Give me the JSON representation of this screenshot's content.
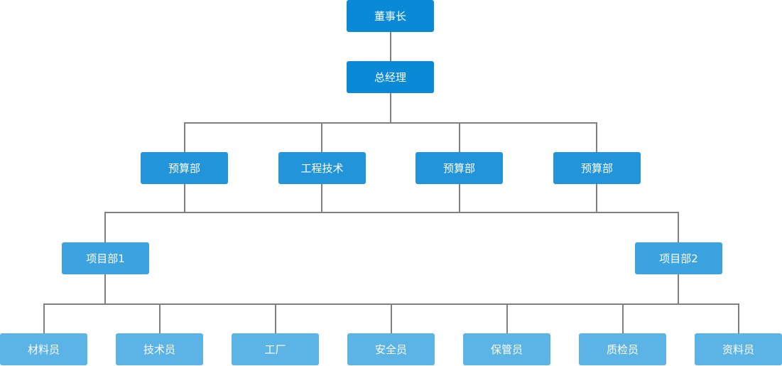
{
  "chairman": "董事长",
  "gm": "总经理",
  "departments": [
    "预算部",
    "工程技术",
    "预算部",
    "预算部"
  ],
  "projects": [
    "项目部1",
    "项目部2"
  ],
  "staff": [
    "材料员",
    "技术员",
    "工厂",
    "安全员",
    "保管员",
    "质检员",
    "资料员"
  ],
  "colors": {
    "level1": "#0a8ad6",
    "level2": "#2294da",
    "level3": "#3aa3e0",
    "level4": "#5bb3e6",
    "connector": "#808080"
  }
}
